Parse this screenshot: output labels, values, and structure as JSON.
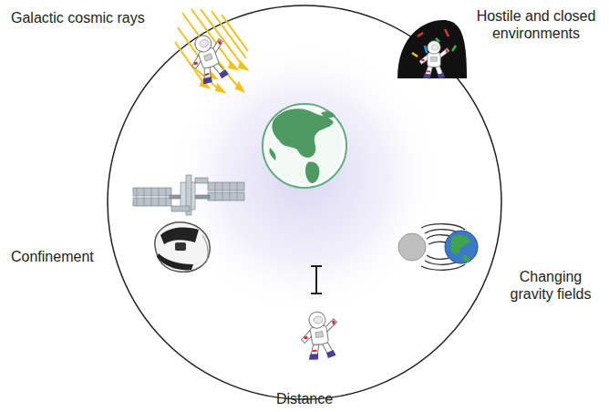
{
  "diagram": {
    "labels": [
      "Galactic cosmic rays",
      "Hostile and closed environments",
      "Confinement",
      "Changing gravity fields",
      "Distance"
    ]
  }
}
